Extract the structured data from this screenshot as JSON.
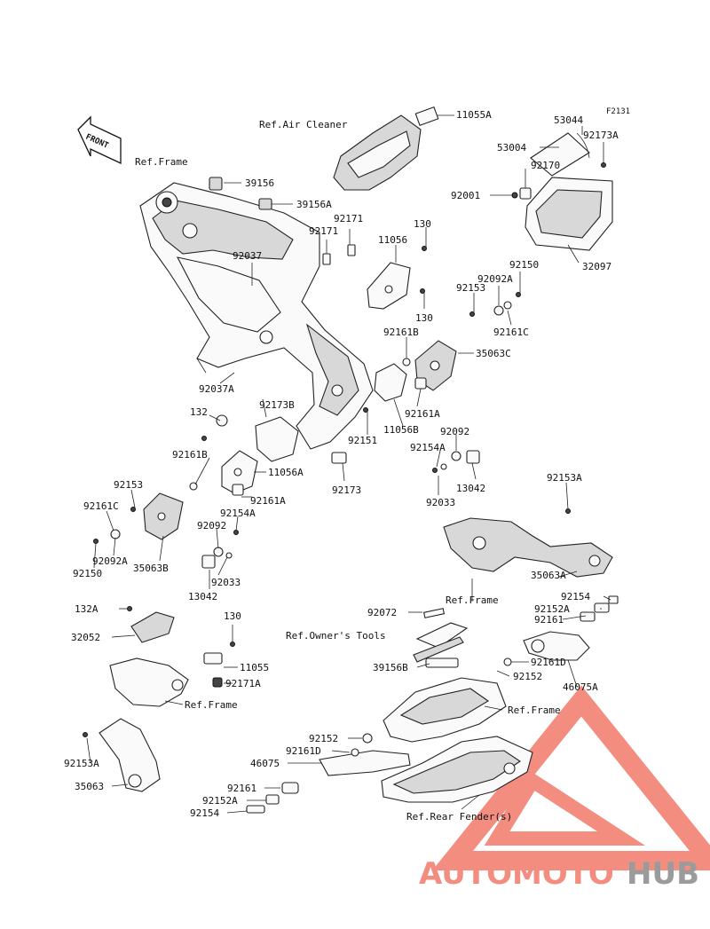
{
  "figure_code": "F2131",
  "front_label": "FRONT",
  "watermark": {
    "part1": "AUTOMOTO",
    "part2": "HUB",
    "color_primary": "#f07a6a",
    "color_secondary": "#8a8a8a"
  },
  "labels": {
    "l11055A": "11055A",
    "l53044": "53044",
    "l92173A": "92173A",
    "l53004": "53004",
    "l92170": "92170",
    "l92001": "92001",
    "l32097": "32097",
    "l39156": "39156",
    "l39156A": "39156A",
    "l92171a": "92171",
    "l92171b": "92171",
    "l130a": "130",
    "l11056": "11056",
    "l92037": "92037",
    "l92150a": "92150",
    "l92092A": "92092A",
    "l92153a": "92153",
    "l130b": "130",
    "l92161Ba": "92161B",
    "l92161Ca": "92161C",
    "l35063C": "35063C",
    "l92037A": "92037A",
    "l92161Aa": "92161A",
    "l132": "132",
    "l92173B": "92173B",
    "l11056B": "11056B",
    "l92092a": "92092",
    "l92151": "92151",
    "l92154Aa": "92154A",
    "l92161Bb": "92161B",
    "l11056A": "11056A",
    "l13042a": "13042",
    "l92173": "92173",
    "l92033a": "92033",
    "l92153b": "92153",
    "l92161Ab": "92161A",
    "l92161Cb": "92161C",
    "l92154Ab": "92154A",
    "l92092b": "92092",
    "l92092Ab": "92092A",
    "l35063B": "35063B",
    "l92150b": "92150",
    "l92033b": "92033",
    "l13042b": "13042",
    "l92153A": "92153A",
    "l35063A": "35063A",
    "l92154a": "92154",
    "l92152Aa": "92152A",
    "l92072": "92072",
    "l92161a": "92161",
    "l132A": "132A",
    "l130c": "130",
    "l32052": "32052",
    "l92161Da": "92161D",
    "l46075A": "46075A",
    "l11055": "11055",
    "l39156B": "39156B",
    "l92152a": "92152",
    "l92171A": "92171A",
    "l92152b": "92152",
    "l92161Db": "92161D",
    "l46075": "46075",
    "l92153A2": "92153A",
    "l35063": "35063",
    "l92161b": "92161",
    "l92152Ab": "92152A",
    "l92154b": "92154"
  },
  "refs": {
    "air_cleaner": "Ref.Air Cleaner",
    "frame_top": "Ref.Frame",
    "frame_right": "Ref.Frame",
    "owners_tools": "Ref.Owner's Tools",
    "frame_mid": "Ref.Frame",
    "frame_left": "Ref.Frame",
    "rear_fender": "Ref.Rear Fender(s)"
  }
}
